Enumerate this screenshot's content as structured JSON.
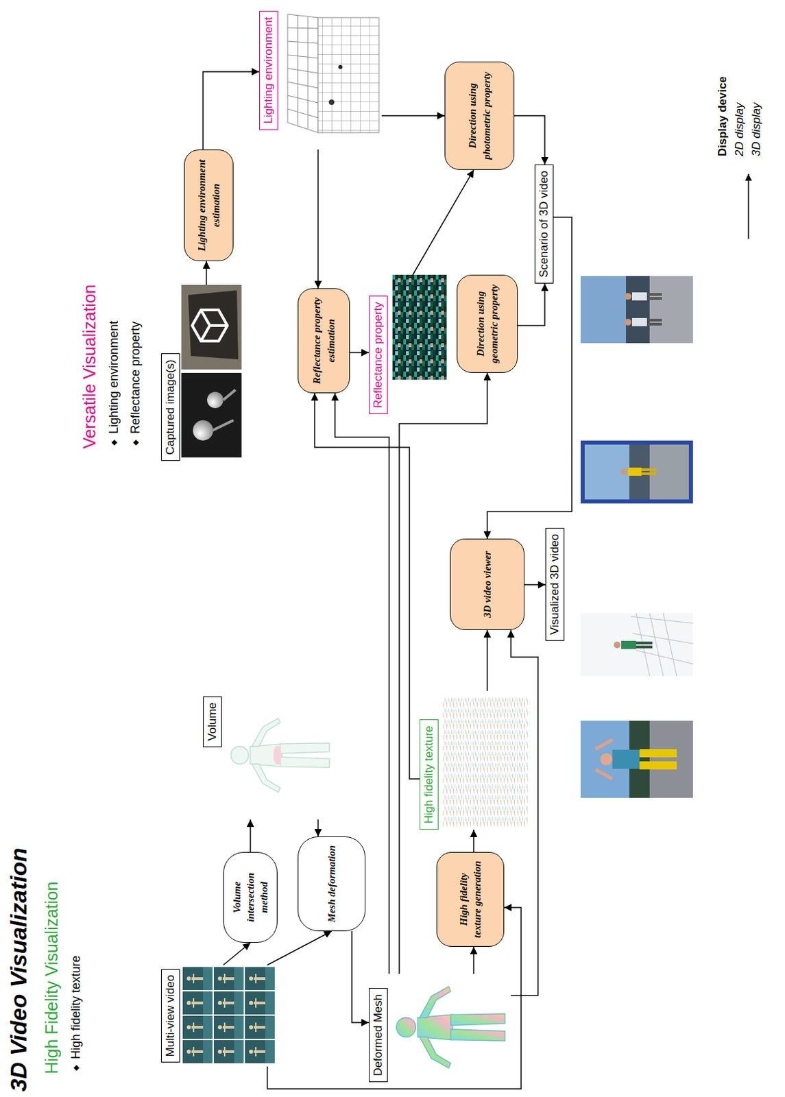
{
  "diagram": {
    "title": "3D Video Visualization",
    "nodes": [
      {
        "text": [
          "Multi-view video"
        ]
      },
      {
        "text": [
          "Volume intersection method"
        ]
      },
      {
        "text": [
          "Volume"
        ]
      },
      {
        "text": [
          "Mesh deformation"
        ]
      },
      {
        "text": [
          "Deformed Mesh"
        ]
      },
      {
        "text": [
          "High fidelity texture generation"
        ]
      },
      {
        "text": [
          "High fidelity texture"
        ]
      },
      {
        "text": [
          "3D video viewer"
        ]
      },
      {
        "text": [
          "Visualized 3D video"
        ]
      },
      {
        "text": [
          "Captured image(s)"
        ]
      },
      {
        "text": [
          "Lighting environment estimation"
        ]
      },
      {
        "text": [
          "Lighting environment"
        ]
      },
      {
        "text": [
          "Reflectance property estimation"
        ]
      },
      {
        "text": [
          "Reflectance property"
        ]
      },
      {
        "text": [
          "Direction using geometric property"
        ]
      },
      {
        "text": [
          "Direction using photometric property"
        ]
      },
      {
        "text": [
          "Scenario of 3D video"
        ]
      }
    ],
    "edges": [
      {
        "from": 0,
        "to": 1,
        "arrow": "to"
      },
      {
        "from": 1,
        "to": 2,
        "arrow": "to"
      },
      {
        "from": 2,
        "to": 3,
        "arrow": "to"
      },
      {
        "from": 0,
        "to": 3,
        "arrow": "to"
      },
      {
        "from": 3,
        "to": 4,
        "arrow": "to"
      },
      {
        "from": 4,
        "to": 5,
        "arrow": "to"
      },
      {
        "from": 0,
        "to": 5,
        "arrow": "to"
      },
      {
        "from": 5,
        "to": 6,
        "arrow": "to"
      },
      {
        "from": 6,
        "to": 7,
        "arrow": "to"
      },
      {
        "from": 4,
        "to": 7,
        "arrow": "to"
      },
      {
        "from": 4,
        "to": 12,
        "arrow": "to"
      },
      {
        "from": 4,
        "to": 14,
        "arrow": "to"
      },
      {
        "from": 6,
        "to": 12,
        "arrow": "to"
      },
      {
        "from": 9,
        "to": 10,
        "arrow": "to"
      },
      {
        "from": 10,
        "to": 11,
        "arrow": "to"
      },
      {
        "from": 11,
        "to": 12,
        "arrow": "to"
      },
      {
        "from": 12,
        "to": 13,
        "arrow": "to"
      },
      {
        "from": 11,
        "to": 15,
        "arrow": "to"
      },
      {
        "from": 13,
        "to": 15,
        "arrow": "to"
      },
      {
        "from": 14,
        "to": 16,
        "arrow": "to"
      },
      {
        "from": 15,
        "to": 16,
        "arrow": "to"
      },
      {
        "from": 16,
        "to": 7,
        "arrow": "to"
      },
      {
        "from": 7,
        "to": 8,
        "arrow": "to"
      }
    ],
    "labels": [
      "High Fidelity Visualization",
      "High fidelity texture",
      "Versatile Visualization",
      "Lighting environment",
      "Reflectance property",
      "Display device",
      "2D display",
      "3D display"
    ]
  }
}
